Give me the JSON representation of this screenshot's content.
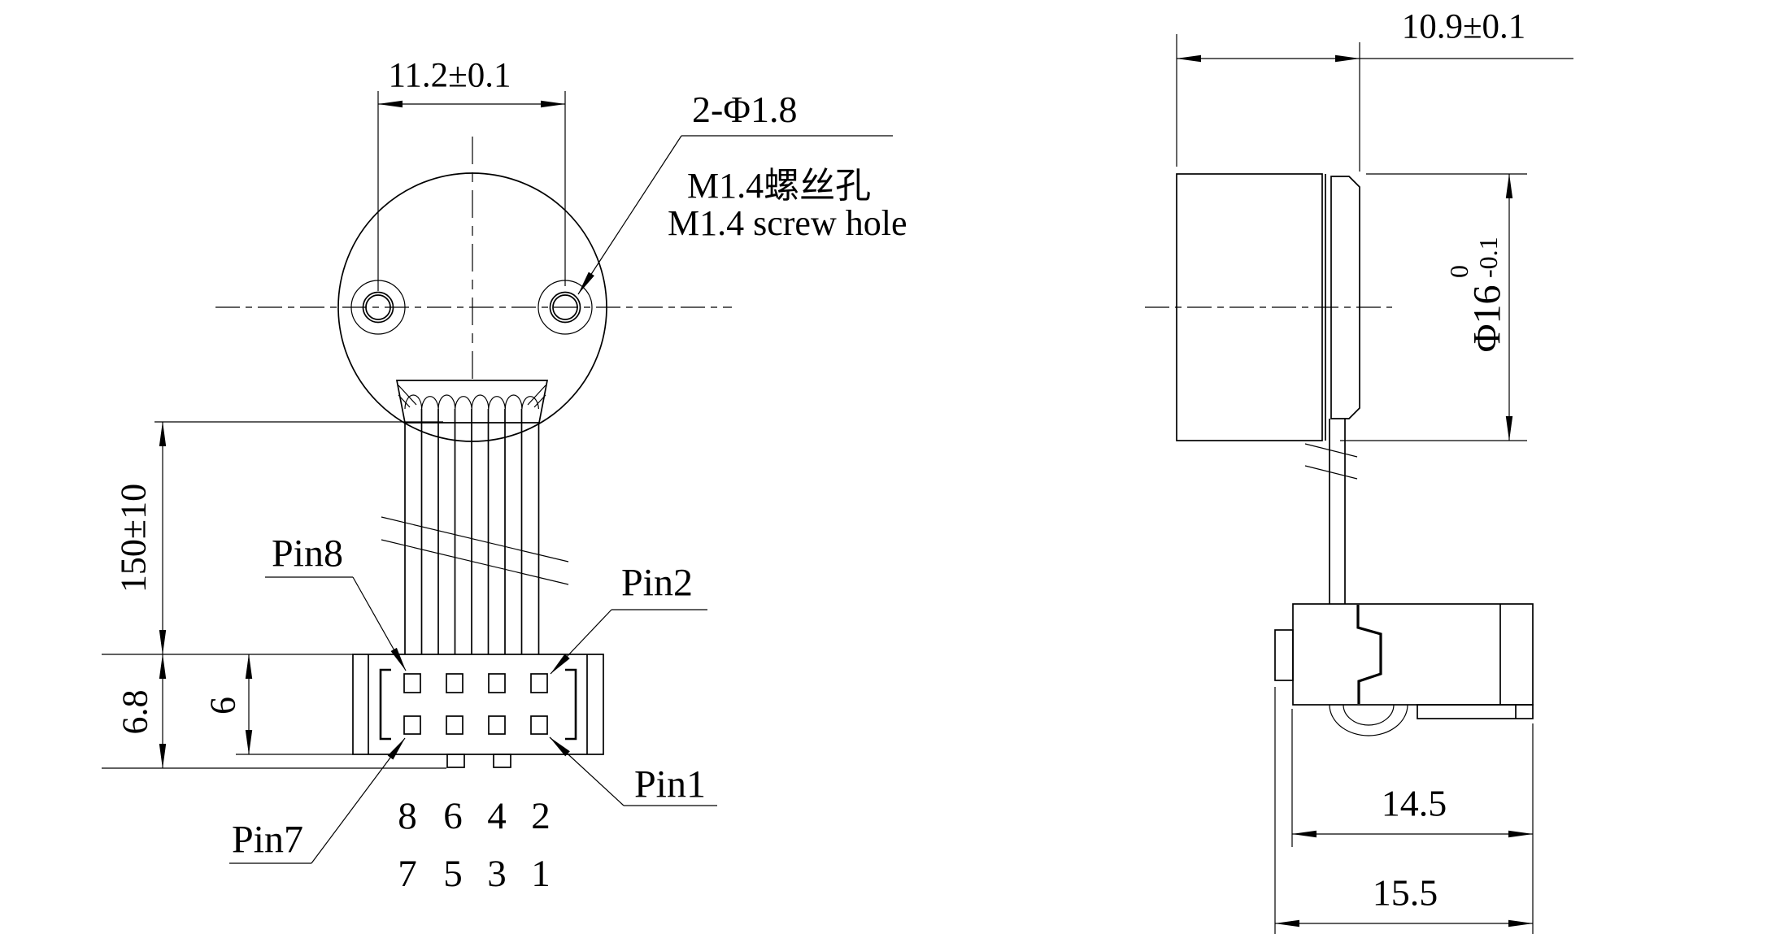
{
  "colors": {
    "ink": "#000000",
    "background": "#ffffff"
  },
  "front_view": {
    "dim_hole_spacing": "11.2±0.1",
    "hole_callout_qty": "2-Φ1.8",
    "hole_callout_cn": "M1.4螺丝孔",
    "hole_callout_en": "M1.4 screw hole",
    "dim_cable_length": "150±10",
    "dim_connector_overall": "6.8",
    "dim_connector_body": "6",
    "pin8_label": "Pin8",
    "pin2_label": "Pin2",
    "pin7_label": "Pin7",
    "pin1_label": "Pin1",
    "pin_numbers_top": [
      "8",
      "6",
      "4",
      "2"
    ],
    "pin_numbers_bottom": [
      "7",
      "5",
      "3",
      "1"
    ]
  },
  "side_view": {
    "dim_depth": "10.9±0.1",
    "dim_diameter_main": "Φ16",
    "dim_diameter_tol_upper": "0",
    "dim_diameter_tol_lower": "-0.1",
    "dim_connector_body_width": "14.5",
    "dim_connector_overall_width": "15.5"
  }
}
